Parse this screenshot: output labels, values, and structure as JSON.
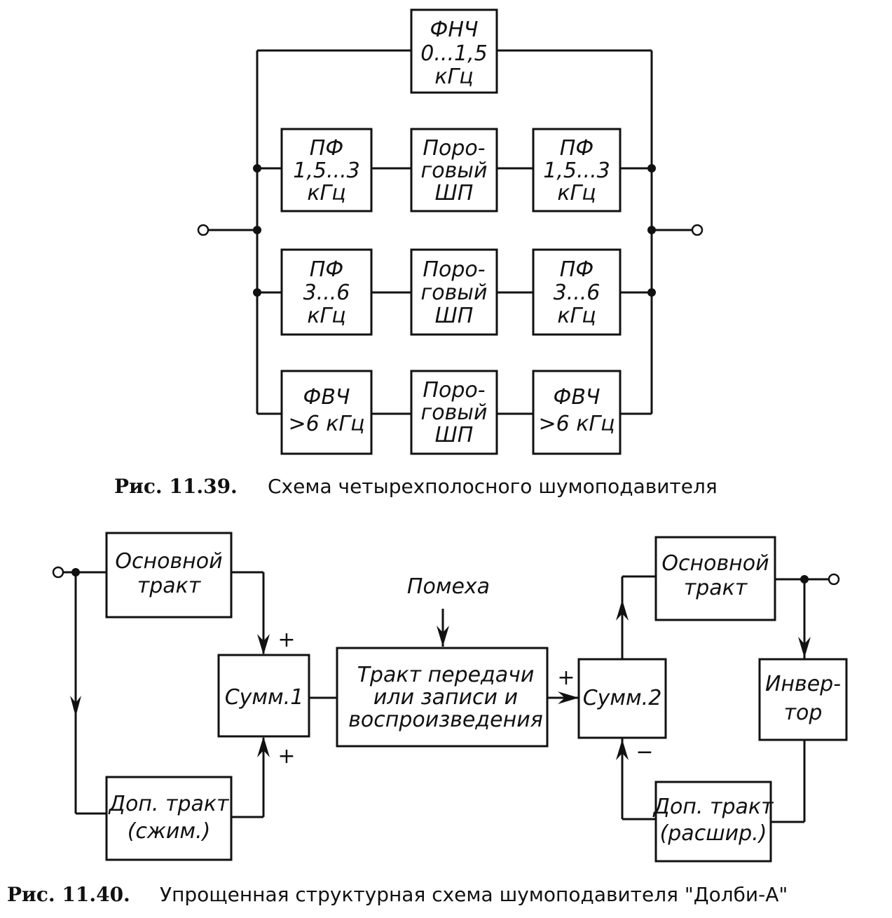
{
  "fig39": {
    "lpf": [
      "ФНЧ",
      "0...1,5",
      "кГц"
    ],
    "bpf1_in": [
      "ПФ",
      "1,5...3",
      "кГц"
    ],
    "thr1": [
      "Поро-",
      "говый",
      "ШП"
    ],
    "bpf1_out": [
      "ПФ",
      "1,5...3",
      "кГц"
    ],
    "bpf2_in": [
      "ПФ",
      "3...6",
      "кГц"
    ],
    "thr2": [
      "Поро-",
      "говый",
      "ШП"
    ],
    "bpf2_out": [
      "ПФ",
      "3...6",
      "кГц"
    ],
    "hpf_in": [
      "ФВЧ",
      ">6 кГц"
    ],
    "thr3": [
      "Поро-",
      "говый",
      "ШП"
    ],
    "hpf_out": [
      "ФВЧ",
      ">6 кГц"
    ],
    "caption_num": "Рис. 11.39.",
    "caption_text": "Схема четырехполосного шумоподавителя"
  },
  "fig40": {
    "main_left": [
      "Основной",
      "тракт"
    ],
    "aux_left": [
      "Доп. тракт",
      "(сжим.)"
    ],
    "sum1": "Сумм.1",
    "channel": [
      "Тракт передачи",
      "или записи  и",
      "воспроизведения"
    ],
    "noise": "Помеха",
    "sum2": "Сумм.2",
    "main_right": [
      "Основной",
      "тракт"
    ],
    "inverter": [
      "Инвер-",
      "тор"
    ],
    "aux_right": [
      "Доп. тракт",
      "(расшир.)"
    ],
    "plus1": "+",
    "plus2": "+",
    "plus3": "+",
    "minus": "−",
    "caption_num": "Рис. 11.40.",
    "caption_text": "Упрощенная структурная схема шумоподавителя \"Долби-А\""
  }
}
